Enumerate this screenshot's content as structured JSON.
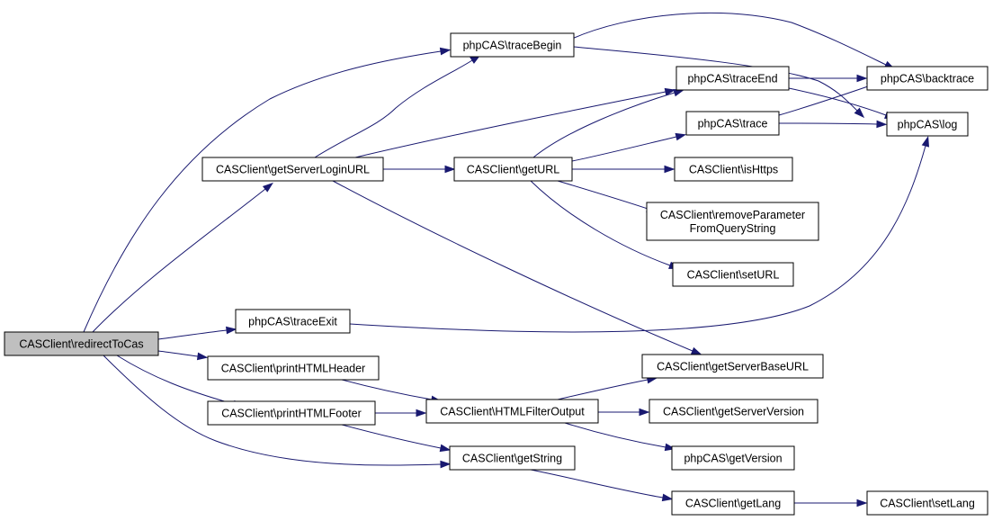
{
  "colors": {
    "edge": "#191970",
    "node_border": "#000000",
    "root_fill": "#bfbfbf",
    "node_fill": "#ffffff"
  },
  "nodes": {
    "redirectToCas": [
      "CASClient\\redirectToCas"
    ],
    "getServerLoginURL": [
      "CASClient\\getServerLoginURL"
    ],
    "traceBegin": [
      "phpCAS\\traceBegin"
    ],
    "traceExit": [
      "phpCAS\\traceExit"
    ],
    "printHTMLHeader": [
      "CASClient\\printHTMLHeader"
    ],
    "printHTMLFooter": [
      "CASClient\\printHTMLFooter"
    ],
    "getURL": [
      "CASClient\\getURL"
    ],
    "HTMLFilterOutput": [
      "CASClient\\HTMLFilterOutput"
    ],
    "getString": [
      "CASClient\\getString"
    ],
    "traceEnd": [
      "phpCAS\\traceEnd"
    ],
    "trace": [
      "phpCAS\\trace"
    ],
    "isHttps": [
      "CASClient\\isHttps"
    ],
    "removeParameterFromQueryString": [
      "CASClient\\removeParameter",
      "FromQueryString"
    ],
    "setURL": [
      "CASClient\\setURL"
    ],
    "getServerBaseURL": [
      "CASClient\\getServerBaseURL"
    ],
    "getServerVersion": [
      "CASClient\\getServerVersion"
    ],
    "getVersion": [
      "phpCAS\\getVersion"
    ],
    "getLang": [
      "CASClient\\getLang"
    ],
    "backtrace": [
      "phpCAS\\backtrace"
    ],
    "log": [
      "phpCAS\\log"
    ],
    "setLang": [
      "CASClient\\setLang"
    ]
  },
  "edges": [
    [
      "redirectToCas",
      "getServerLoginURL"
    ],
    [
      "redirectToCas",
      "traceBegin"
    ],
    [
      "redirectToCas",
      "traceExit"
    ],
    [
      "redirectToCas",
      "printHTMLHeader"
    ],
    [
      "redirectToCas",
      "printHTMLFooter"
    ],
    [
      "redirectToCas",
      "getString"
    ],
    [
      "getServerLoginURL",
      "traceBegin"
    ],
    [
      "getServerLoginURL",
      "traceEnd"
    ],
    [
      "getServerLoginURL",
      "getURL"
    ],
    [
      "getServerLoginURL",
      "getServerBaseURL"
    ],
    [
      "traceBegin",
      "backtrace"
    ],
    [
      "traceBegin",
      "log"
    ],
    [
      "traceEnd",
      "backtrace"
    ],
    [
      "traceEnd",
      "log"
    ],
    [
      "trace",
      "backtrace"
    ],
    [
      "trace",
      "log"
    ],
    [
      "getURL",
      "traceEnd"
    ],
    [
      "getURL",
      "trace"
    ],
    [
      "getURL",
      "isHttps"
    ],
    [
      "getURL",
      "removeParameterFromQueryString"
    ],
    [
      "getURL",
      "setURL"
    ],
    [
      "traceExit",
      "log"
    ],
    [
      "printHTMLHeader",
      "HTMLFilterOutput"
    ],
    [
      "printHTMLFooter",
      "HTMLFilterOutput"
    ],
    [
      "printHTMLFooter",
      "getString"
    ],
    [
      "HTMLFilterOutput",
      "getServerBaseURL"
    ],
    [
      "HTMLFilterOutput",
      "getServerVersion"
    ],
    [
      "HTMLFilterOutput",
      "getVersion"
    ],
    [
      "getString",
      "getLang"
    ],
    [
      "getLang",
      "setLang"
    ]
  ]
}
